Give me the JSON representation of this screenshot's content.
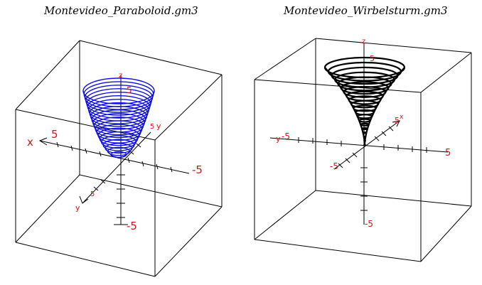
{
  "panels": [
    {
      "title": "Montevideo_Paraboloid.gm3",
      "surface_color": "#1010e0",
      "axis_labels": {
        "x": "x",
        "y": "y",
        "z": "z",
        "x_tick": "5",
        "x_neg_tick": "-5",
        "z_top_tick": "5",
        "z_bottom_tick": "-5",
        "y_tick": "5",
        "y_neg_tick": "5"
      }
    },
    {
      "title": "Montevideo_Wirbelsturm.gm3",
      "surface_color": "#000000",
      "axis_labels": {
        "x": "x",
        "y": "y",
        "z": "z",
        "x_tick": "5",
        "x_neg_tick": "-5",
        "z_top_tick": "5",
        "z_bottom_tick": "-5",
        "y_tick": "-5",
        "y_far_tick": "5"
      }
    }
  ],
  "label_color": "#e01010"
}
